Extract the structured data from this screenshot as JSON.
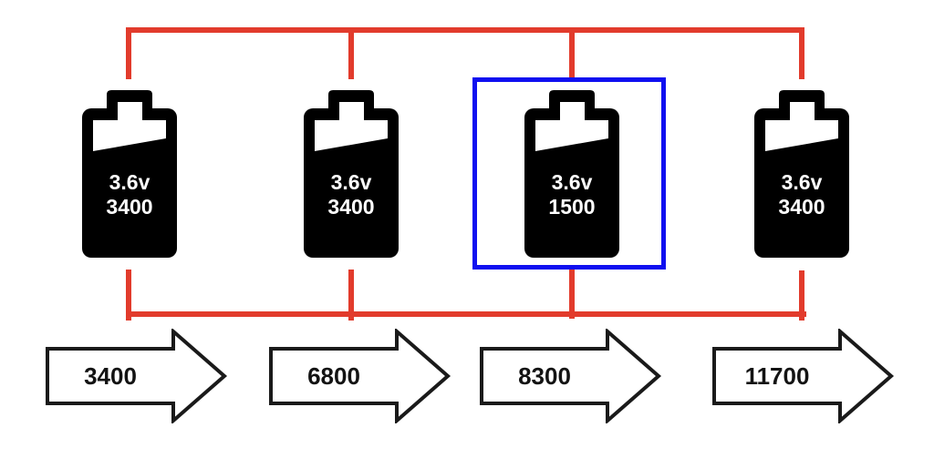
{
  "diagram_type": "battery-parallel-wiring",
  "colors": {
    "wire_red": "#e23b2c",
    "highlight_blue": "#0f0ff0",
    "battery_black": "#000000",
    "battery_text_white": "#ffffff",
    "arrow_outline_black": "#1a1a1a",
    "arrow_fill_white": "#ffffff"
  },
  "batteries": [
    {
      "voltage": "3.6v",
      "capacity": "3400",
      "highlighted": false
    },
    {
      "voltage": "3.6v",
      "capacity": "3400",
      "highlighted": false
    },
    {
      "voltage": "3.6v",
      "capacity": "1500",
      "highlighted": true
    },
    {
      "voltage": "3.6v",
      "capacity": "3400",
      "highlighted": false
    }
  ],
  "cumulative_capacity_arrows": [
    {
      "value": "3400"
    },
    {
      "value": "6800"
    },
    {
      "value": "8300"
    },
    {
      "value": "11700"
    }
  ]
}
